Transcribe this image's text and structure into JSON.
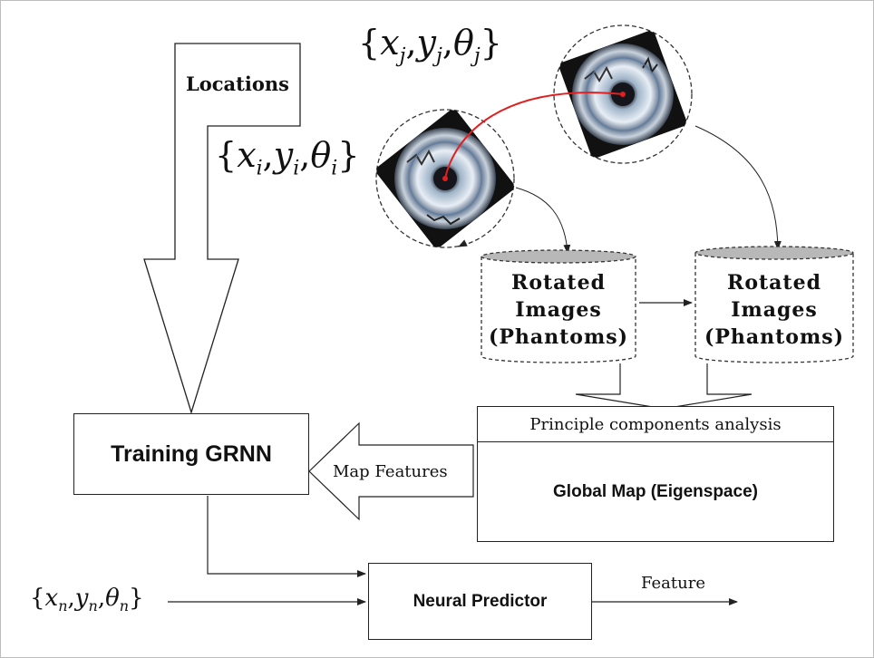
{
  "labels": {
    "locations": "Locations",
    "coord_j": "{x_j, y_j, θ_j}",
    "coord_i": "{x_i, y_i, θ_i}",
    "coord_n": "{x_n, y_n, θ_n}",
    "rotated_images_1": [
      "Rotated",
      "Images",
      "(Phantoms)"
    ],
    "rotated_images_2": [
      "Rotated",
      "Images",
      "(Phantoms)"
    ],
    "pca_header": "Principle components analysis",
    "global_map": "Global Map (Eigenspace)",
    "training_grnn": "Training GRNN",
    "map_features": "Map Features",
    "neural_predictor": "Neural Predictor",
    "feature": "Feature"
  },
  "math": {
    "j": {
      "open": "{",
      "x": "x",
      "xs": "j",
      "y": "y",
      "ys": "j",
      "t": "θ",
      "ts": "j",
      "close": "}",
      "comma": ","
    },
    "i": {
      "open": "{",
      "x": "x",
      "xs": "i",
      "y": "y",
      "ys": "i",
      "t": "θ",
      "ts": "i",
      "close": "}",
      "comma": ","
    },
    "n": {
      "open": "{",
      "x": "x",
      "xs": "n",
      "y": "y",
      "ys": "n",
      "t": "θ",
      "ts": "n",
      "close": "}",
      "comma": ","
    }
  },
  "colors": {
    "line": "#222222",
    "link": "#e02020",
    "db_top": "#b8b8b8"
  }
}
